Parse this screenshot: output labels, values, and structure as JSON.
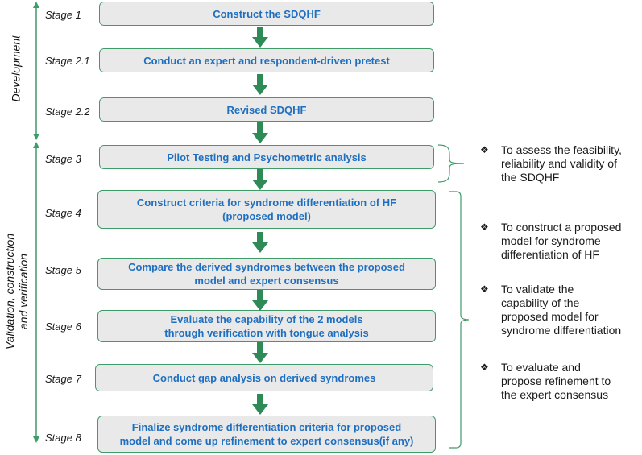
{
  "phases": {
    "development": "Development",
    "validation_line1": "Validation, construction",
    "validation_line2": "and verification"
  },
  "stages": [
    {
      "label": "Stage 1",
      "text": "Construct the SDQHF"
    },
    {
      "label": "Stage 2.1",
      "text": "Conduct an expert and respondent-driven pretest"
    },
    {
      "label": "Stage 2.2",
      "text": "Revised SDQHF"
    },
    {
      "label": "Stage 3",
      "text": "Pilot Testing and Psychometric analysis"
    },
    {
      "label": "Stage 4",
      "text_line1": "Construct criteria for syndrome differentiation of HF",
      "text_line2": "(proposed model)"
    },
    {
      "label": "Stage 5",
      "text_line1": "Compare the derived syndromes between the proposed",
      "text_line2": "model and expert consensus"
    },
    {
      "label": "Stage 6",
      "text_line1": "Evaluate the capability of the 2 models",
      "text_line2": "through verification with tongue analysis"
    },
    {
      "label": "Stage 7",
      "text": "Conduct gap analysis on derived syndromes"
    },
    {
      "label": "Stage 8",
      "text_line1": "Finalize syndrome differentiation criteria for proposed",
      "text_line2": "model and come up refinement to expert consensus(if any)"
    }
  ],
  "objectives": [
    {
      "symbol": "❖",
      "lines": [
        "To assess the feasibility,",
        "reliability and validity of",
        "the SDQHF"
      ]
    },
    {
      "symbol": "❖",
      "lines": [
        "To construct a proposed",
        "model for syndrome",
        "differentiation of HF"
      ]
    },
    {
      "symbol": "❖",
      "lines": [
        "To validate the",
        "capability of the",
        "proposed model for",
        "syndrome differentiation"
      ]
    },
    {
      "symbol": "❖",
      "lines": [
        "To evaluate and",
        "propose refinement to",
        "the expert consensus"
      ]
    }
  ],
  "colors": {
    "box_border": "#3f9b68",
    "box_fill": "#e9e9e9",
    "box_text": "#1f6fc0",
    "arrow": "#2e8b57"
  }
}
